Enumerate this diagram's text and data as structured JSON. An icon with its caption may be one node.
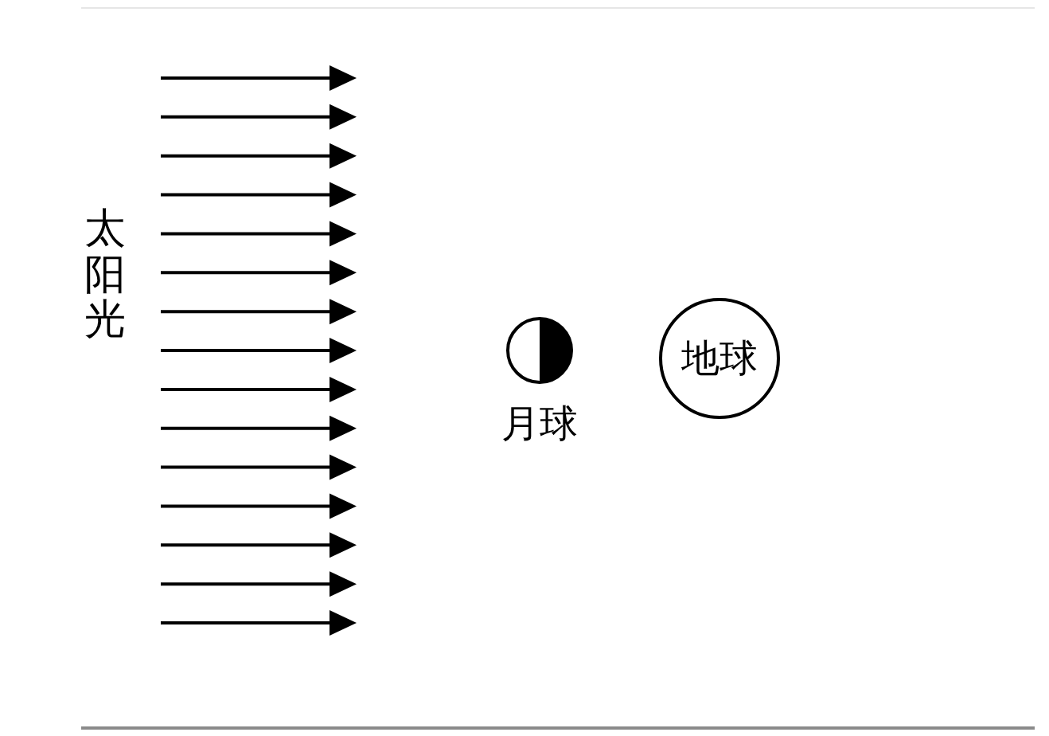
{
  "diagram": {
    "nodes": [
      {
        "text": [],
        "shape": "circle",
        "beside": [
          "月球"
        ]
      },
      {
        "text": [
          "地球"
        ]
      }
    ],
    "labels": [
      "太阳光"
    ]
  }
}
